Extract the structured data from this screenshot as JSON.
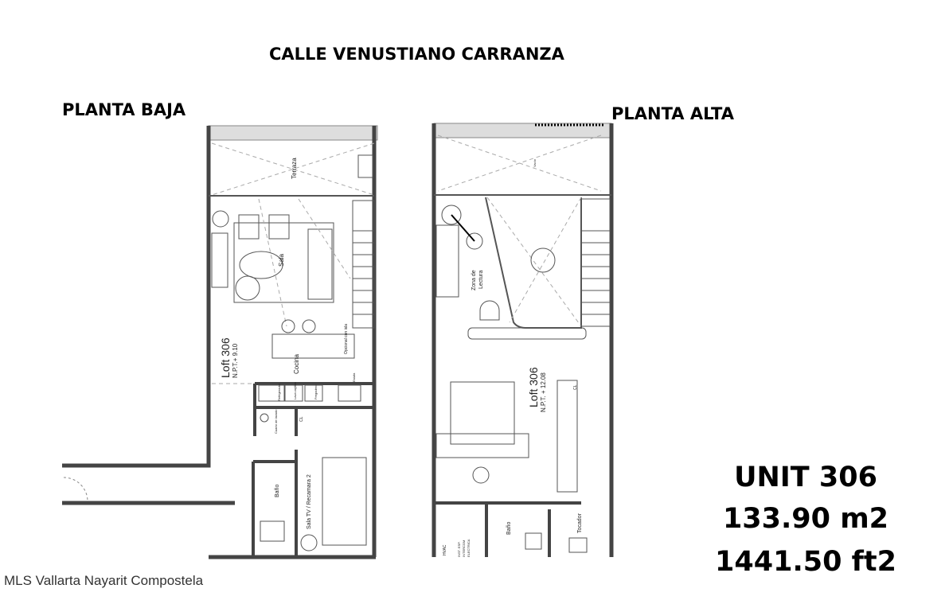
{
  "street": "CALLE VENUSTIANO CARRANZA",
  "planta_baja": {
    "title": "PLANTA BAJA",
    "labels": {
      "terraza": "Terraza",
      "sala": "Sala",
      "loft": "Loft 306",
      "npt": "N.P.T.+ 9.10",
      "cocina": "Cocina",
      "opcional": "Opcional con isla",
      "refrigerador": "Refrigerador",
      "lava": "Lava vajillas",
      "fregadero": "Fregadero",
      "estufa": "Estufa",
      "bano": "Baño",
      "cuarto": "Cuarto de lavado",
      "cl": "CL",
      "sala_tv": "Sala TV / Recamara 2"
    }
  },
  "planta_alta": {
    "title": "PLANTA ALTA",
    "labels": {
      "vacio": "Vacío",
      "zona": "Zona de",
      "lectura": "Lectura",
      "loft": "Loft 306",
      "npt": "N.P.T. + 12.08",
      "cl": "CL",
      "bano": "Baño",
      "tocador": "Tocador",
      "hvac": "HVAC",
      "inst": "INST. ESP.",
      "intercom": "INTERCOM",
      "electrica": "ELECTRICA"
    }
  },
  "unit": {
    "name": "UNIT 306",
    "m2": "133.90 m2",
    "ft2": "1441.50 ft2"
  },
  "watermark": "MLS Vallarta Nayarit Compostela"
}
